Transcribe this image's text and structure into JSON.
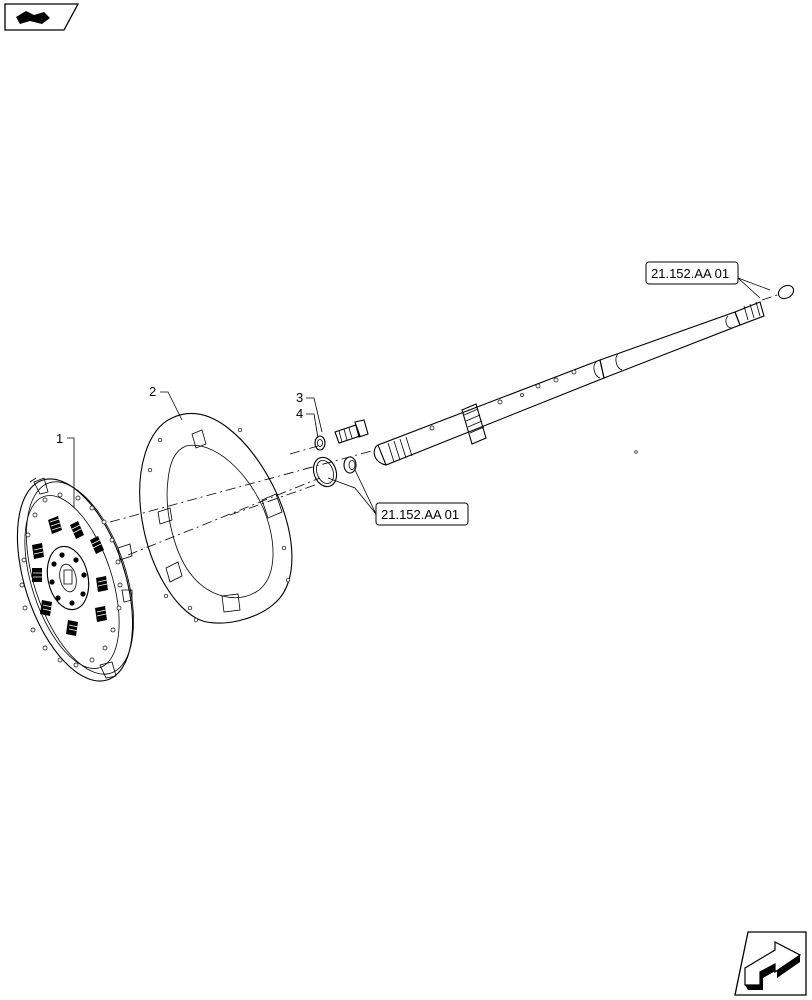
{
  "icons": {
    "top_left": "book-arrow-icon",
    "bottom_right": "next-page-arrow-icon"
  },
  "callouts": {
    "item_1": "1",
    "item_2": "2",
    "item_3": "3",
    "item_4": "4"
  },
  "references": {
    "ref_upper": "21.152.AA 01",
    "ref_lower": "21.152.AA 01"
  }
}
